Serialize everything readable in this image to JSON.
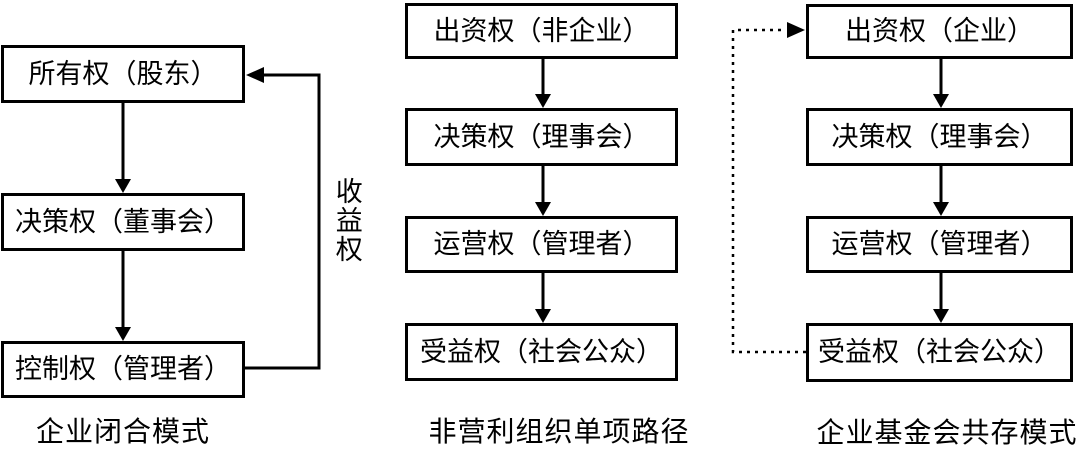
{
  "diagram": {
    "background_color": "#ffffff",
    "line_color": "#000000",
    "text_color": "#000000",
    "columns": [
      {
        "caption": "企业闭合模式",
        "boxes": [
          "所有权（股东）",
          "决策权（董事会）",
          "控制权（管理者）"
        ],
        "loop_label": "收益权",
        "loop_style": "solid",
        "loop_from": "控制权（管理者）",
        "loop_to": "所有权（股东）"
      },
      {
        "caption": "非营利组织单项路径",
        "boxes": [
          "出资权（非企业）",
          "决策权（理事会）",
          "运营权（管理者）",
          "受益权（社会公众）"
        ]
      },
      {
        "caption": "企业基金会共存模式",
        "boxes": [
          "出资权（企业）",
          "决策权（理事会）",
          "运营权（管理者）",
          "受益权（社会公众）"
        ],
        "loop_style": "dotted",
        "loop_from": "受益权（社会公众）",
        "loop_to": "出资权（企业）"
      }
    ]
  }
}
